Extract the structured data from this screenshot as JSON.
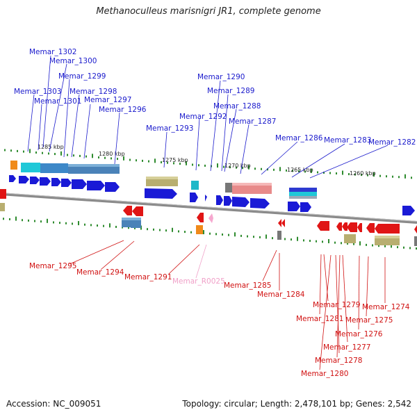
{
  "title": "Methanoculleus marisnigri JR1, complete genome",
  "footer": {
    "accession": "Accession: NC_009051",
    "summary": "Topology: circular; Length: 2,478,101 bp; Genes: 2,542"
  },
  "colors": {
    "forward_gene": "#1a1ad6",
    "reverse_gene": "#e01515",
    "forward_label": "#1a1acc",
    "reverse_label": "#d01010",
    "rna_label": "#f0a0c8",
    "backbone": "#8a8a8a",
    "tick": "#2e8b2e"
  },
  "scale_ticks": [
    "1285 kbp",
    "1280 kbp",
    "1275 kbp",
    "1270 kbp",
    "1265 kbp",
    "1260 kbp"
  ],
  "forward_labels": [
    "Memar_1302",
    "Memar_1300",
    "Memar_1299",
    "Memar_1303",
    "Memar_1298",
    "Memar_1301",
    "Memar_1297",
    "Memar_1296",
    "Memar_1293",
    "Memar_1290",
    "Memar_1289",
    "Memar_1292",
    "Memar_1288",
    "Memar_1287",
    "Memar_1286",
    "Memar_1283",
    "Memar_1282"
  ],
  "reverse_labels": [
    "Memar_1295",
    "Memar_1294",
    "Memar_1291",
    "Memar_R0025",
    "Memar_1285",
    "Memar_1284",
    "Memar_1279",
    "Memar_1281",
    "Memar_1274",
    "Memar_1275",
    "Memar_1276",
    "Memar_1277",
    "Memar_1278",
    "Memar_1280"
  ]
}
